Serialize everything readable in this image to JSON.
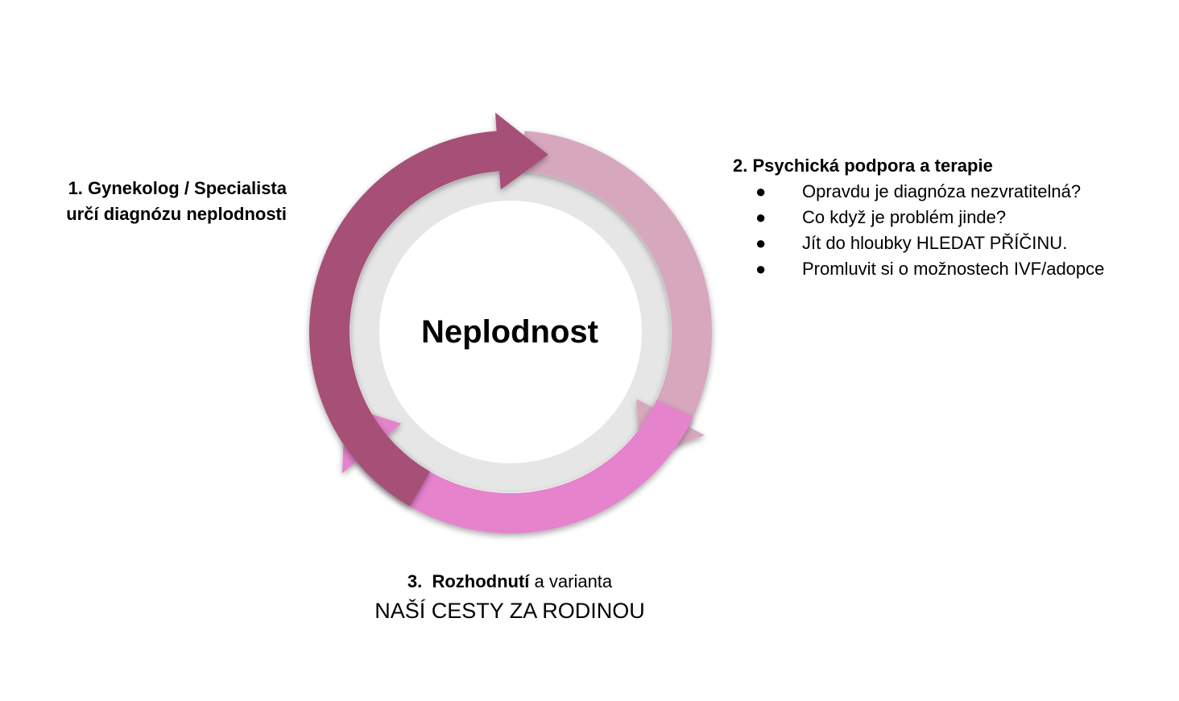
{
  "diagram": {
    "center_label": "Neplodnost",
    "colors": {
      "ring_inner": "#e6e6e6",
      "arrow_1": "#a65077",
      "arrow_2": "#d6a7bd",
      "arrow_3": "#e583cd",
      "background": "#ffffff",
      "text": "#000000"
    },
    "step1": {
      "line1": "1. Gynekolog / Specialista",
      "line2": "určí diagnózu neplodnosti"
    },
    "step2": {
      "title": "2. Psychická podpora a terapie",
      "bullet_symbol": "●",
      "items": [
        "Opravdu je diagnóza nezvratitelná?",
        "Co když je problém jinde?",
        "Jít do hloubky HLEDAT PŘÍČINU.",
        "Promluvit si o možnostech IVF/adopce"
      ]
    },
    "step3": {
      "number": "3.",
      "bold_word": "Rozhodnutí",
      "rest": "a varianta",
      "line2": "NAŠÍ CESTY ZA RODINOU"
    }
  }
}
